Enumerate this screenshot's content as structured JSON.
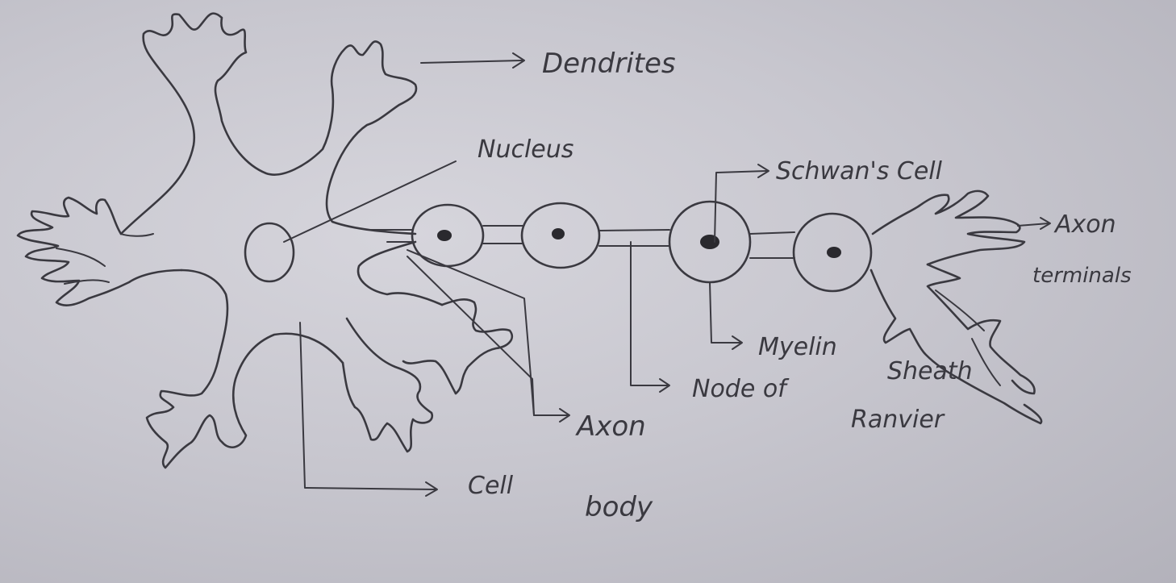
{
  "labels": {
    "dendrites": "Dendrites",
    "nucleus": "Nucleus",
    "schwann_cell": "Schwan's Cell",
    "axon_terminals_line1": "Axon",
    "axon_terminals_line2": "terminals",
    "myelin_sheath_line1": "Myelin",
    "myelin_sheath_line2": "Sheath",
    "node_of_ranvier_line1": "Node of",
    "node_of_ranvier_line2": "Ranvier",
    "axon": "Axon",
    "cell_body_line1": "Cell",
    "cell_body_line2": "body"
  }
}
